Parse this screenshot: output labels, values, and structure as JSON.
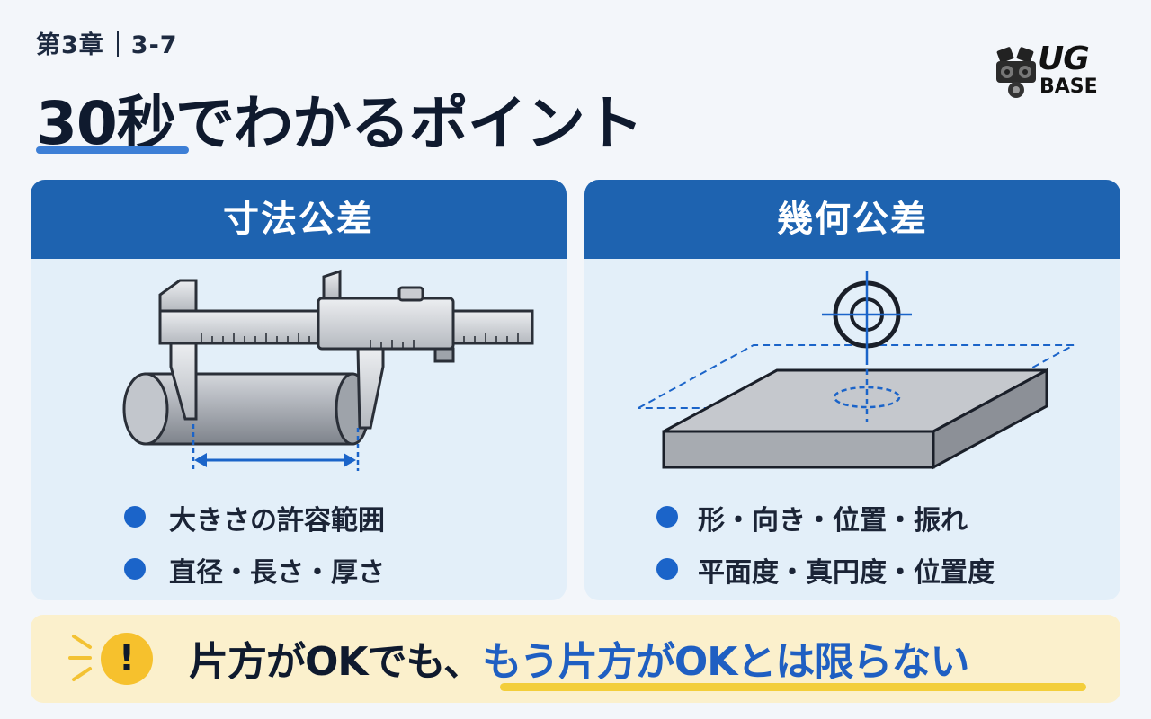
{
  "header": {
    "chapter": "第3章",
    "section": "3-7",
    "title": "30秒でわかるポイント"
  },
  "logo": {
    "line1": "UG",
    "line2": "BASE"
  },
  "panels": [
    {
      "heading": "寸法公差",
      "illustration": "caliper-measuring-cylinder",
      "bullets": [
        "大きさの許容範囲",
        "直径・長さ・厚さ"
      ]
    },
    {
      "heading": "幾何公差",
      "illustration": "plate-with-position-symbol",
      "bullets": [
        "形・向き・位置・振れ",
        "平面度・真円度・位置度"
      ]
    }
  ],
  "banner": {
    "icon": "exclamation-icon",
    "text_plain": "片方がOKでも、",
    "text_highlight": "もう片方がOKとは限らない"
  },
  "colors": {
    "accent_blue": "#1e63b0",
    "panel_bg": "#e3eff9",
    "banner_bg": "#fbf0cc",
    "highlight_text": "#1f5fc2",
    "warning_yellow": "#f6c12d"
  }
}
